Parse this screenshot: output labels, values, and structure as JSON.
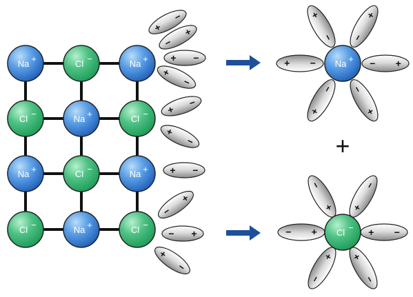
{
  "ions": {
    "na": {
      "label": "Na",
      "charge": "+"
    },
    "cl": {
      "label": "Cl",
      "charge": "−"
    }
  },
  "signs": {
    "plus": "+",
    "minus": "−"
  },
  "combine_symbol": "+",
  "colors": {
    "na_light": "#8fc3f0",
    "na_dark": "#1f5fb8",
    "cl_light": "#8be0b0",
    "cl_dark": "#1c9a57",
    "bond": "#111111",
    "arrow": "#1e4f9c",
    "water_light": "#f2f2f2",
    "water_dark": "#8a8a8a"
  },
  "lattice": {
    "rows": [
      [
        "na",
        "cl",
        "na"
      ],
      [
        "cl",
        "na",
        "cl"
      ],
      [
        "na",
        "cl",
        "na"
      ],
      [
        "cl",
        "na",
        "cl"
      ]
    ]
  }
}
